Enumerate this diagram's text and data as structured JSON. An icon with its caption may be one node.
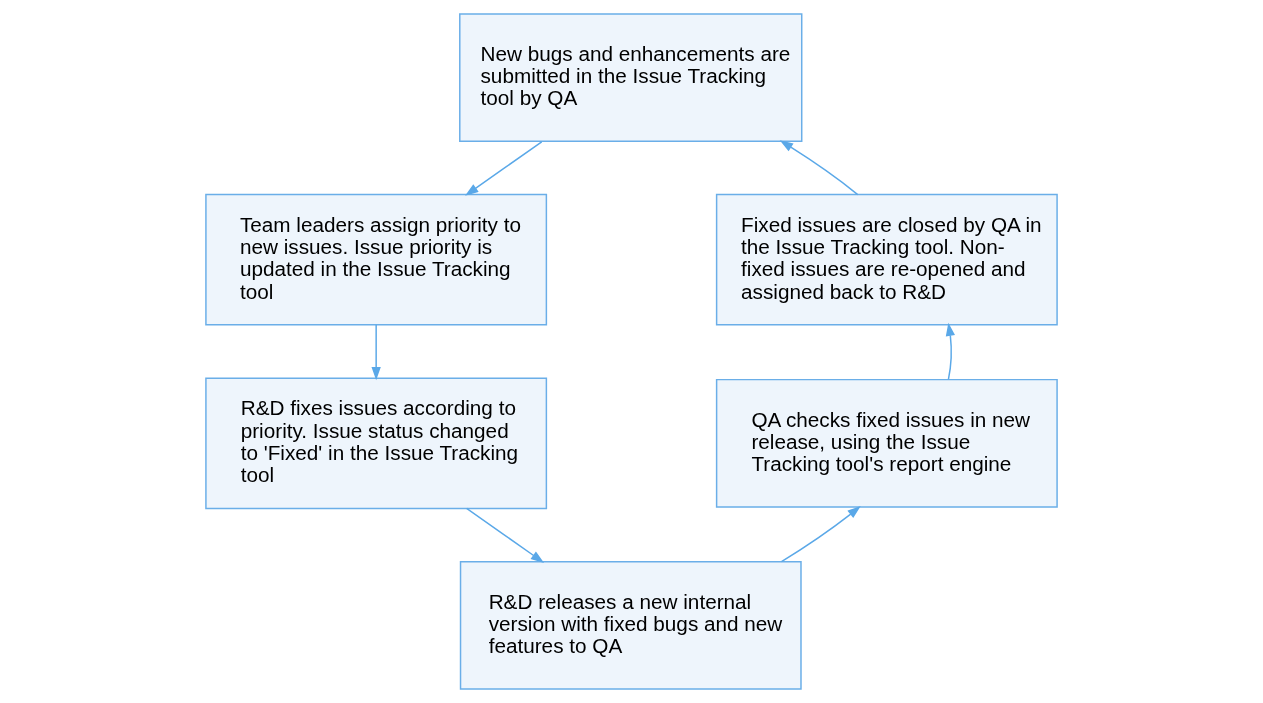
{
  "diagram": {
    "nodes": [
      {
        "text": [
          "New bugs and enhancements are submitted in the Issue Tracking tool by QA"
        ]
      },
      {
        "text": [
          "Team leaders assign priority to new issues. Issue priority is updated in the Issue Tracking tool"
        ]
      },
      {
        "text": [
          "R&D fixes issues according to priority. Issue status changed to 'Fixed' in the Issue Tracking tool"
        ]
      },
      {
        "text": [
          "R&D releases a new internal version with fixed bugs and new features to QA"
        ]
      },
      {
        "text": [
          "QA checks fixed issues in new release, using the Issue Tracking tool's report engine"
        ]
      },
      {
        "text": [
          "Fixed issues are closed by QA in the Issue Tracking tool. Non-fixed issues are re-opened and assigned back to R&D"
        ]
      }
    ],
    "edges": [
      {
        "from": 0,
        "to": 1,
        "arrow": "to"
      },
      {
        "from": 1,
        "to": 2,
        "arrow": "to"
      },
      {
        "from": 2,
        "to": 3,
        "arrow": "to"
      },
      {
        "from": 3,
        "to": 4,
        "arrow": "to"
      },
      {
        "from": 4,
        "to": 5,
        "arrow": "to"
      },
      {
        "from": 5,
        "to": 0,
        "arrow": "to"
      }
    ]
  }
}
